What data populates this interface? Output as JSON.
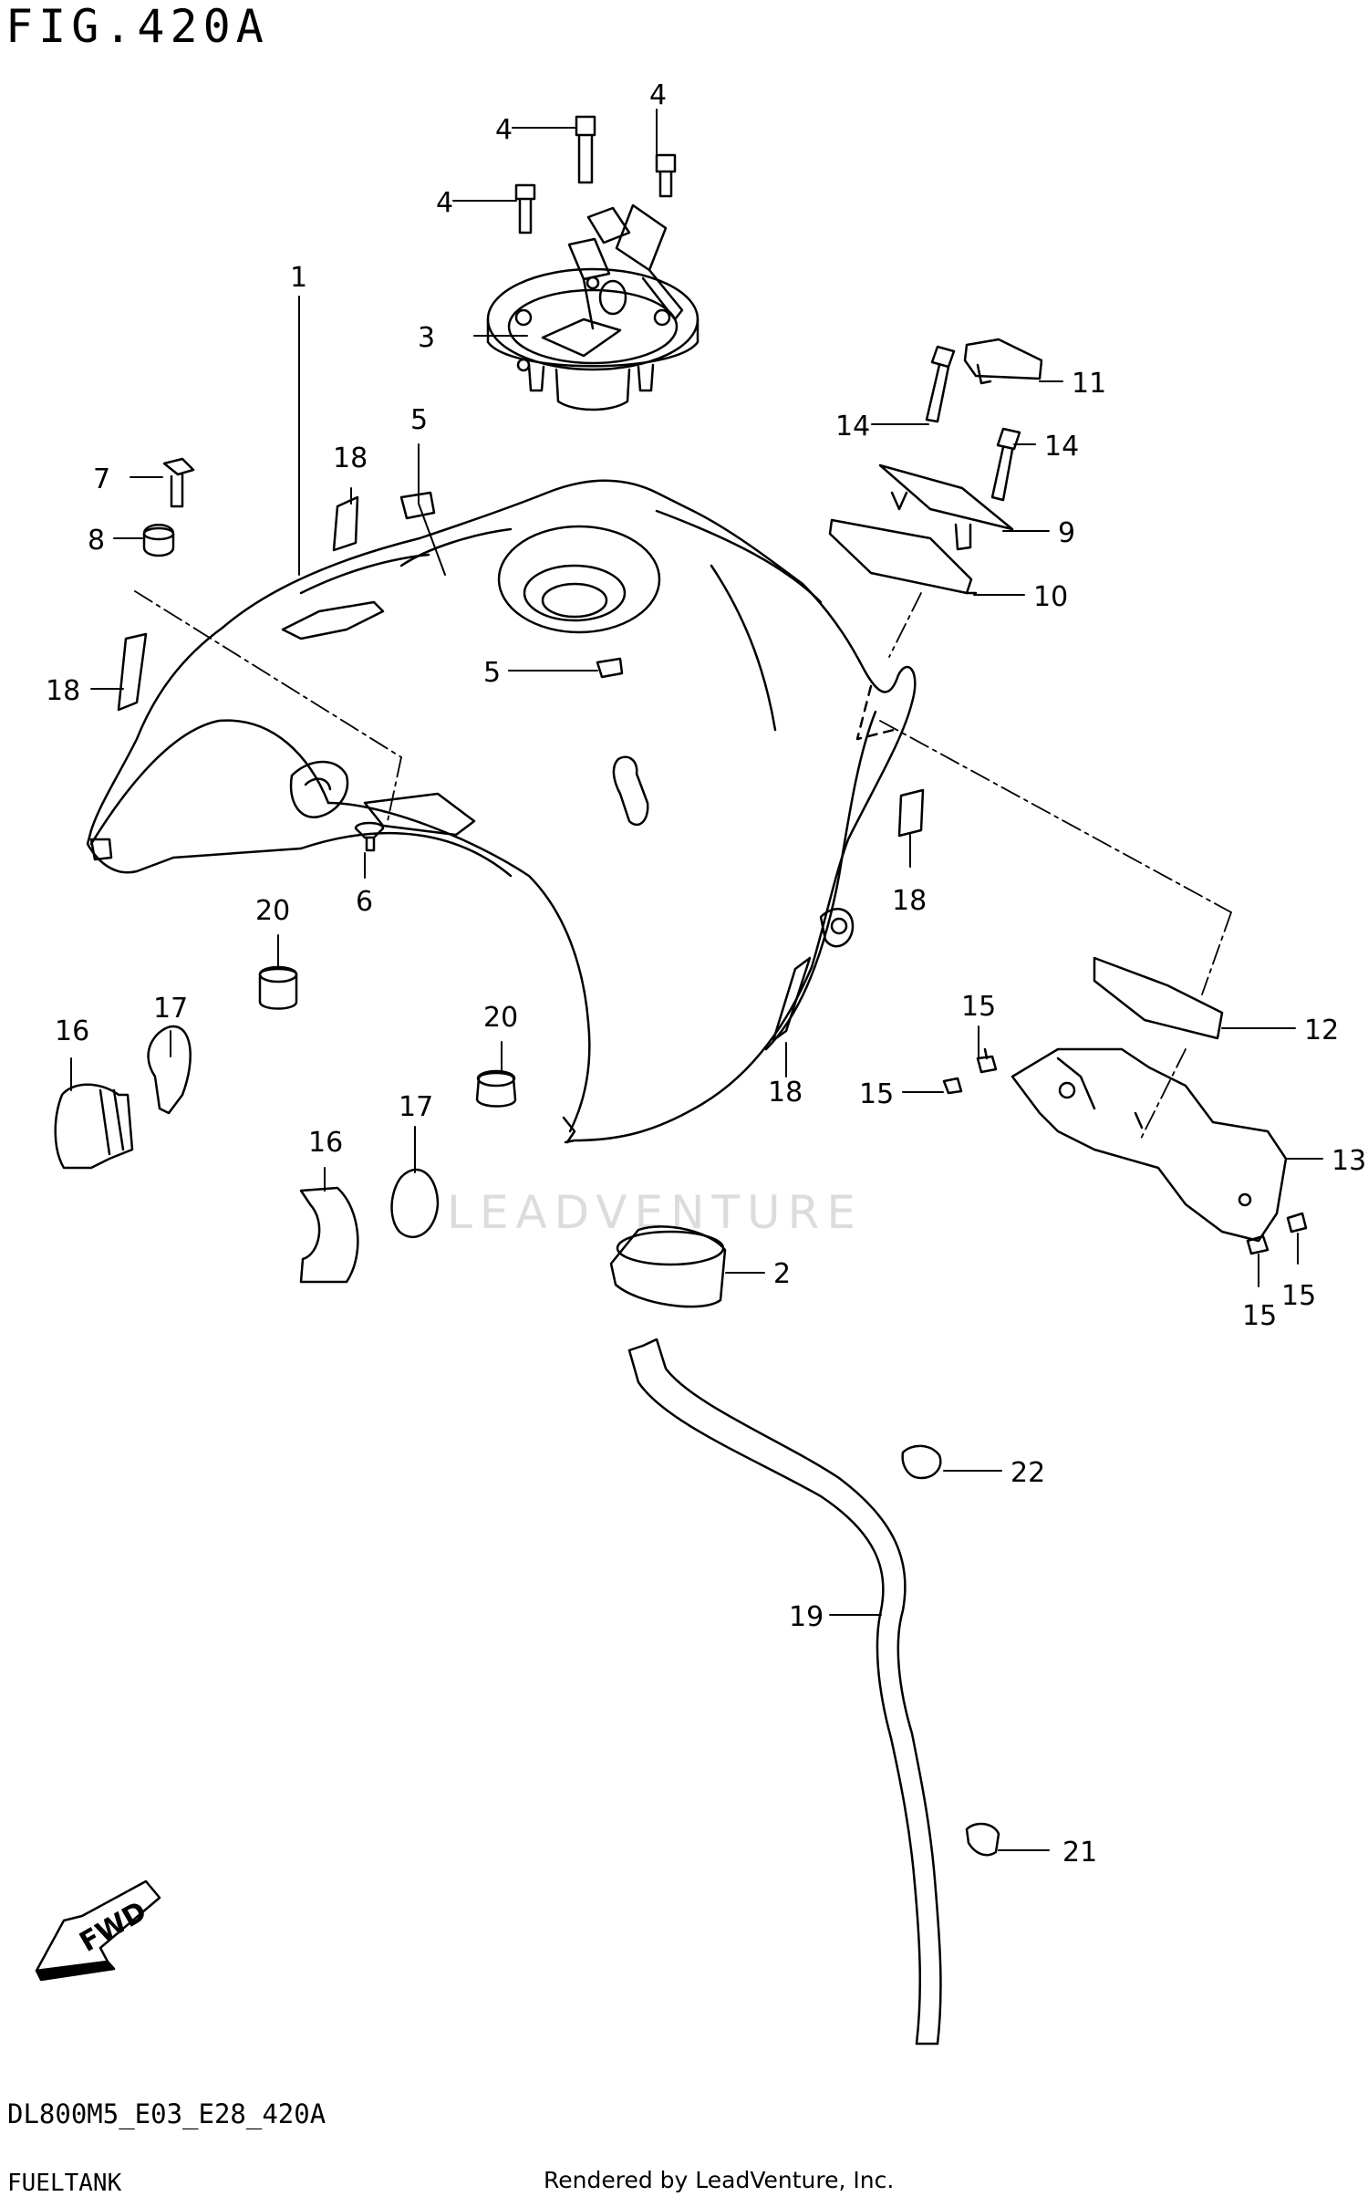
{
  "figure": {
    "title": "FIG.420A",
    "code": "DL800M5_E03_E28_420A",
    "name": "FUELTANK",
    "credit": "Rendered by LeadVenture, Inc.",
    "watermark": "LEADVENTURE",
    "fwd_label": "FWD"
  },
  "callouts": [
    {
      "id": "c1",
      "label": "1"
    },
    {
      "id": "c2",
      "label": "2"
    },
    {
      "id": "c3",
      "label": "3"
    },
    {
      "id": "c4a",
      "label": "4"
    },
    {
      "id": "c4b",
      "label": "4"
    },
    {
      "id": "c4c",
      "label": "4"
    },
    {
      "id": "c5a",
      "label": "5"
    },
    {
      "id": "c5b",
      "label": "5"
    },
    {
      "id": "c6",
      "label": "6"
    },
    {
      "id": "c7",
      "label": "7"
    },
    {
      "id": "c8",
      "label": "8"
    },
    {
      "id": "c9",
      "label": "9"
    },
    {
      "id": "c10",
      "label": "10"
    },
    {
      "id": "c11",
      "label": "11"
    },
    {
      "id": "c12",
      "label": "12"
    },
    {
      "id": "c13",
      "label": "13"
    },
    {
      "id": "c14a",
      "label": "14"
    },
    {
      "id": "c14b",
      "label": "14"
    },
    {
      "id": "c15a",
      "label": "15"
    },
    {
      "id": "c15b",
      "label": "15"
    },
    {
      "id": "c15c",
      "label": "15"
    },
    {
      "id": "c15d",
      "label": "15"
    },
    {
      "id": "c16a",
      "label": "16"
    },
    {
      "id": "c16b",
      "label": "16"
    },
    {
      "id": "c17a",
      "label": "17"
    },
    {
      "id": "c17b",
      "label": "17"
    },
    {
      "id": "c18a",
      "label": "18"
    },
    {
      "id": "c18b",
      "label": "18"
    },
    {
      "id": "c18c",
      "label": "18"
    },
    {
      "id": "c18d",
      "label": "18"
    },
    {
      "id": "c19",
      "label": "19"
    },
    {
      "id": "c20a",
      "label": "20"
    },
    {
      "id": "c20b",
      "label": "20"
    },
    {
      "id": "c21",
      "label": "21"
    },
    {
      "id": "c22",
      "label": "22"
    }
  ]
}
